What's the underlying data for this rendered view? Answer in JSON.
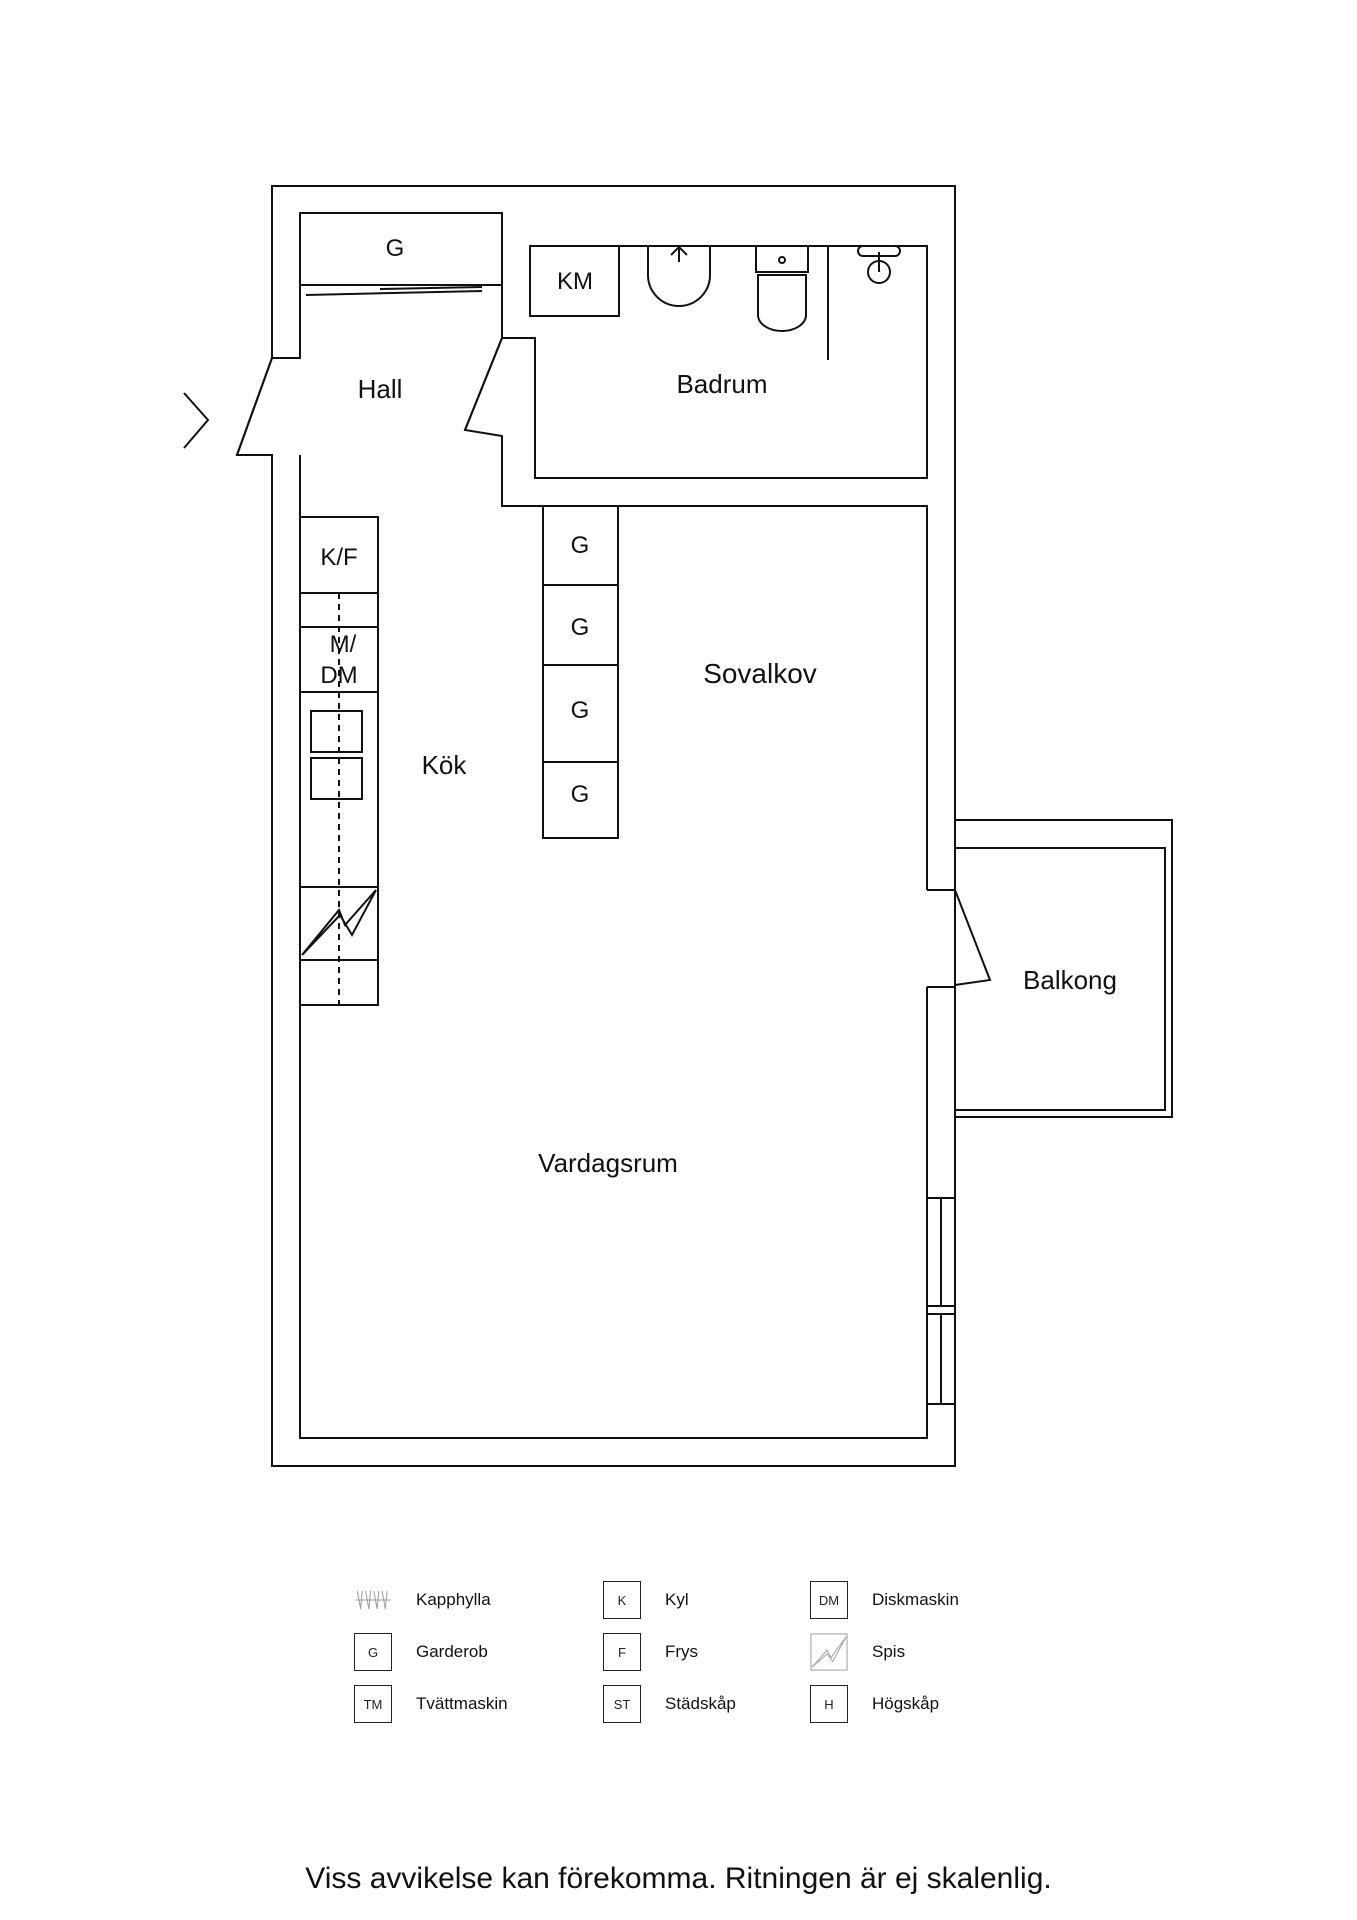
{
  "rooms": {
    "hall": "Hall",
    "badrum": "Badrum",
    "sovalkov": "Sovalkov",
    "kok": "Kök",
    "vardagsrum": "Vardagsrum",
    "balkong": "Balkong"
  },
  "fixtures": {
    "hall_wardrobe": "G",
    "washer": "KM",
    "fridge_freezer": "K/F",
    "micro_dish_line1": "M/",
    "micro_dish_line2": "DM",
    "wardrobes": [
      "G",
      "G",
      "G",
      "G"
    ]
  },
  "legend": [
    {
      "icon": "kapphylla-icon",
      "code": "",
      "label": "Kapphylla"
    },
    {
      "icon": "kyl-icon",
      "code": "K",
      "label": "Kyl"
    },
    {
      "icon": "diskmaskin-icon",
      "code": "DM",
      "label": "Diskmaskin"
    },
    {
      "icon": "garderob-icon",
      "code": "G",
      "label": "Garderob"
    },
    {
      "icon": "frys-icon",
      "code": "F",
      "label": "Frys"
    },
    {
      "icon": "spis-icon",
      "code": "",
      "label": "Spis"
    },
    {
      "icon": "tvattmaskin-icon",
      "code": "TM",
      "label": "Tvättmaskin"
    },
    {
      "icon": "stadskap-icon",
      "code": "ST",
      "label": "Städskåp"
    },
    {
      "icon": "hogskap-icon",
      "code": "H",
      "label": "Högskåp"
    }
  ],
  "disclaimer": "Viss avvikelse kan förekomma. Ritningen är ej skalenlig."
}
